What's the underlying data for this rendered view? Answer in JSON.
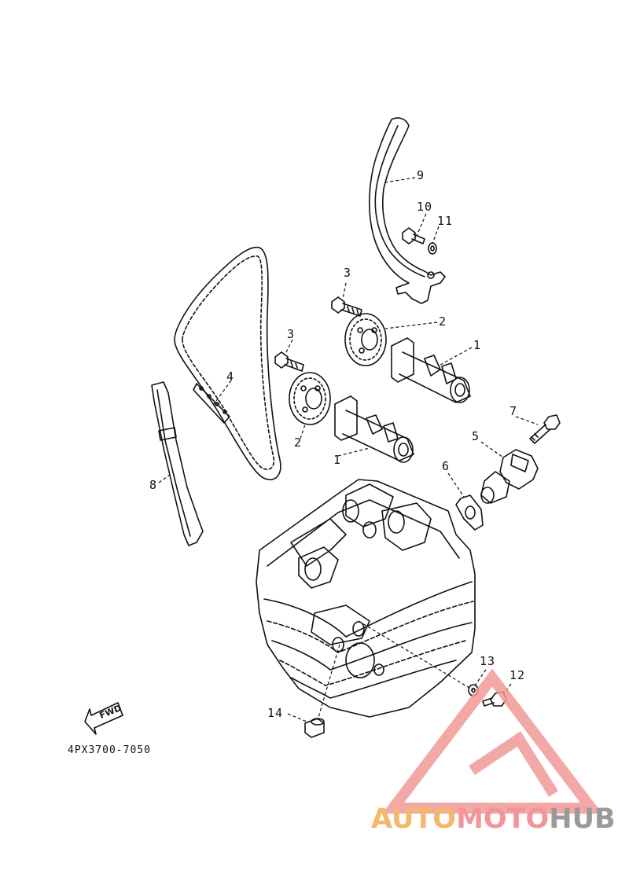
{
  "diagram": {
    "callouts": [
      {
        "id": "c1a",
        "label": "1"
      },
      {
        "id": "c1b",
        "label": "1"
      },
      {
        "id": "c2a",
        "label": "2"
      },
      {
        "id": "c2b",
        "label": "2"
      },
      {
        "id": "c3a",
        "label": "3"
      },
      {
        "id": "c3b",
        "label": "3"
      },
      {
        "id": "c4",
        "label": "4"
      },
      {
        "id": "c5",
        "label": "5"
      },
      {
        "id": "c6",
        "label": "6"
      },
      {
        "id": "c7",
        "label": "7"
      },
      {
        "id": "c8",
        "label": "8"
      },
      {
        "id": "c9",
        "label": "9"
      },
      {
        "id": "c10",
        "label": "10"
      },
      {
        "id": "c11",
        "label": "11"
      },
      {
        "id": "c12",
        "label": "12"
      },
      {
        "id": "c13",
        "label": "13"
      },
      {
        "id": "c14",
        "label": "14"
      }
    ],
    "fwd_label": "FWD",
    "part_number": "4PX3700-7050"
  },
  "watermark": {
    "brand_parts": [
      "AUTO",
      "MOTO",
      "HUB"
    ],
    "colors": {
      "auto": "#f4b76b",
      "moto": "#f2949a",
      "hub": "#9a9a9a",
      "triangle": "#f29a9a"
    }
  }
}
